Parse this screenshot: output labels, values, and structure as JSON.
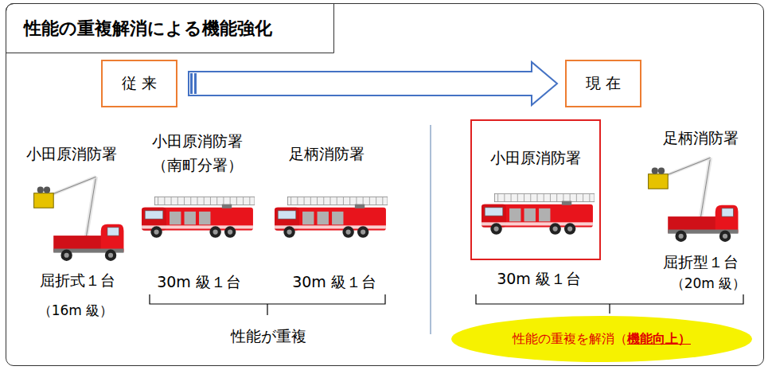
{
  "diagram": {
    "nodes": [
      {
        "text": [
          "性能の重複解消による機能強化"
        ]
      },
      {
        "text": [
          "従 来"
        ]
      },
      {
        "text": [
          "現 在"
        ]
      },
      {
        "text": [
          "小田原消防署"
        ]
      },
      {
        "text": [
          "性能の重複を解消（",
          "機能向上）"
        ]
      }
    ],
    "edges": [
      {
        "from": 1,
        "to": 2,
        "arrow": "to"
      }
    ],
    "labels": [
      "小田原消防署",
      "屈折式１台",
      "（16m 級）",
      "小田原消防署 （南町分署）",
      "30m 級１台",
      "足柄消防署",
      "30m 級１台",
      "性能が重複",
      "30m 級１台",
      "足柄消防署",
      "屈折型１台",
      "（20m 級）"
    ]
  }
}
